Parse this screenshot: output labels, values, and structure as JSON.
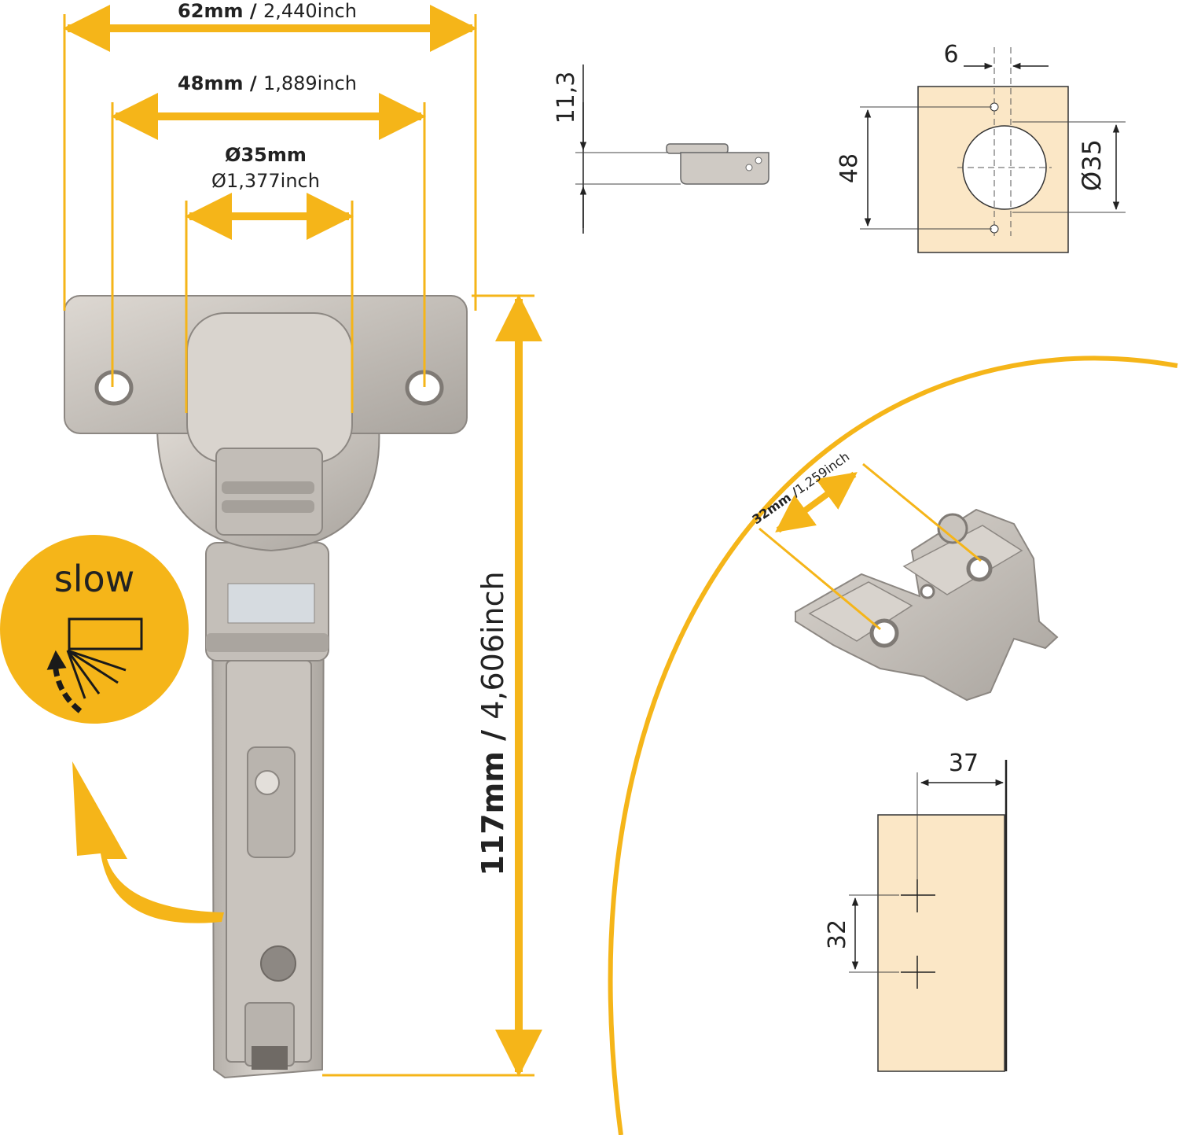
{
  "colors": {
    "accent": "#f5b519",
    "wood": "#fbe7c6",
    "metal": "#cfcac4",
    "metal_dark": "#8c8782",
    "text": "#222222"
  },
  "hinge_dims": {
    "width_outer": {
      "mm": "62mm",
      "sep": " / ",
      "inch": "2,440inch"
    },
    "width_holes": {
      "mm": "48mm",
      "sep": " / ",
      "inch": "1,889inch"
    },
    "cup_diameter": {
      "mm": "Ø35mm",
      "inch": "Ø1,377inch"
    },
    "length": {
      "mm": "117mm",
      "sep": " / ",
      "inch": "4,606inch"
    }
  },
  "badge": {
    "label": "slow",
    "icon": "soft-close-door-icon"
  },
  "side_view": {
    "depth": "11,3"
  },
  "cup_drawing": {
    "offset": "6",
    "spacing": "48",
    "diameter": "Ø35"
  },
  "mounting_plate": {
    "mm": "32mm",
    "sep": " /",
    "inch": "1,259inch"
  },
  "plate_drawing": {
    "offset": "37",
    "spacing": "32"
  }
}
